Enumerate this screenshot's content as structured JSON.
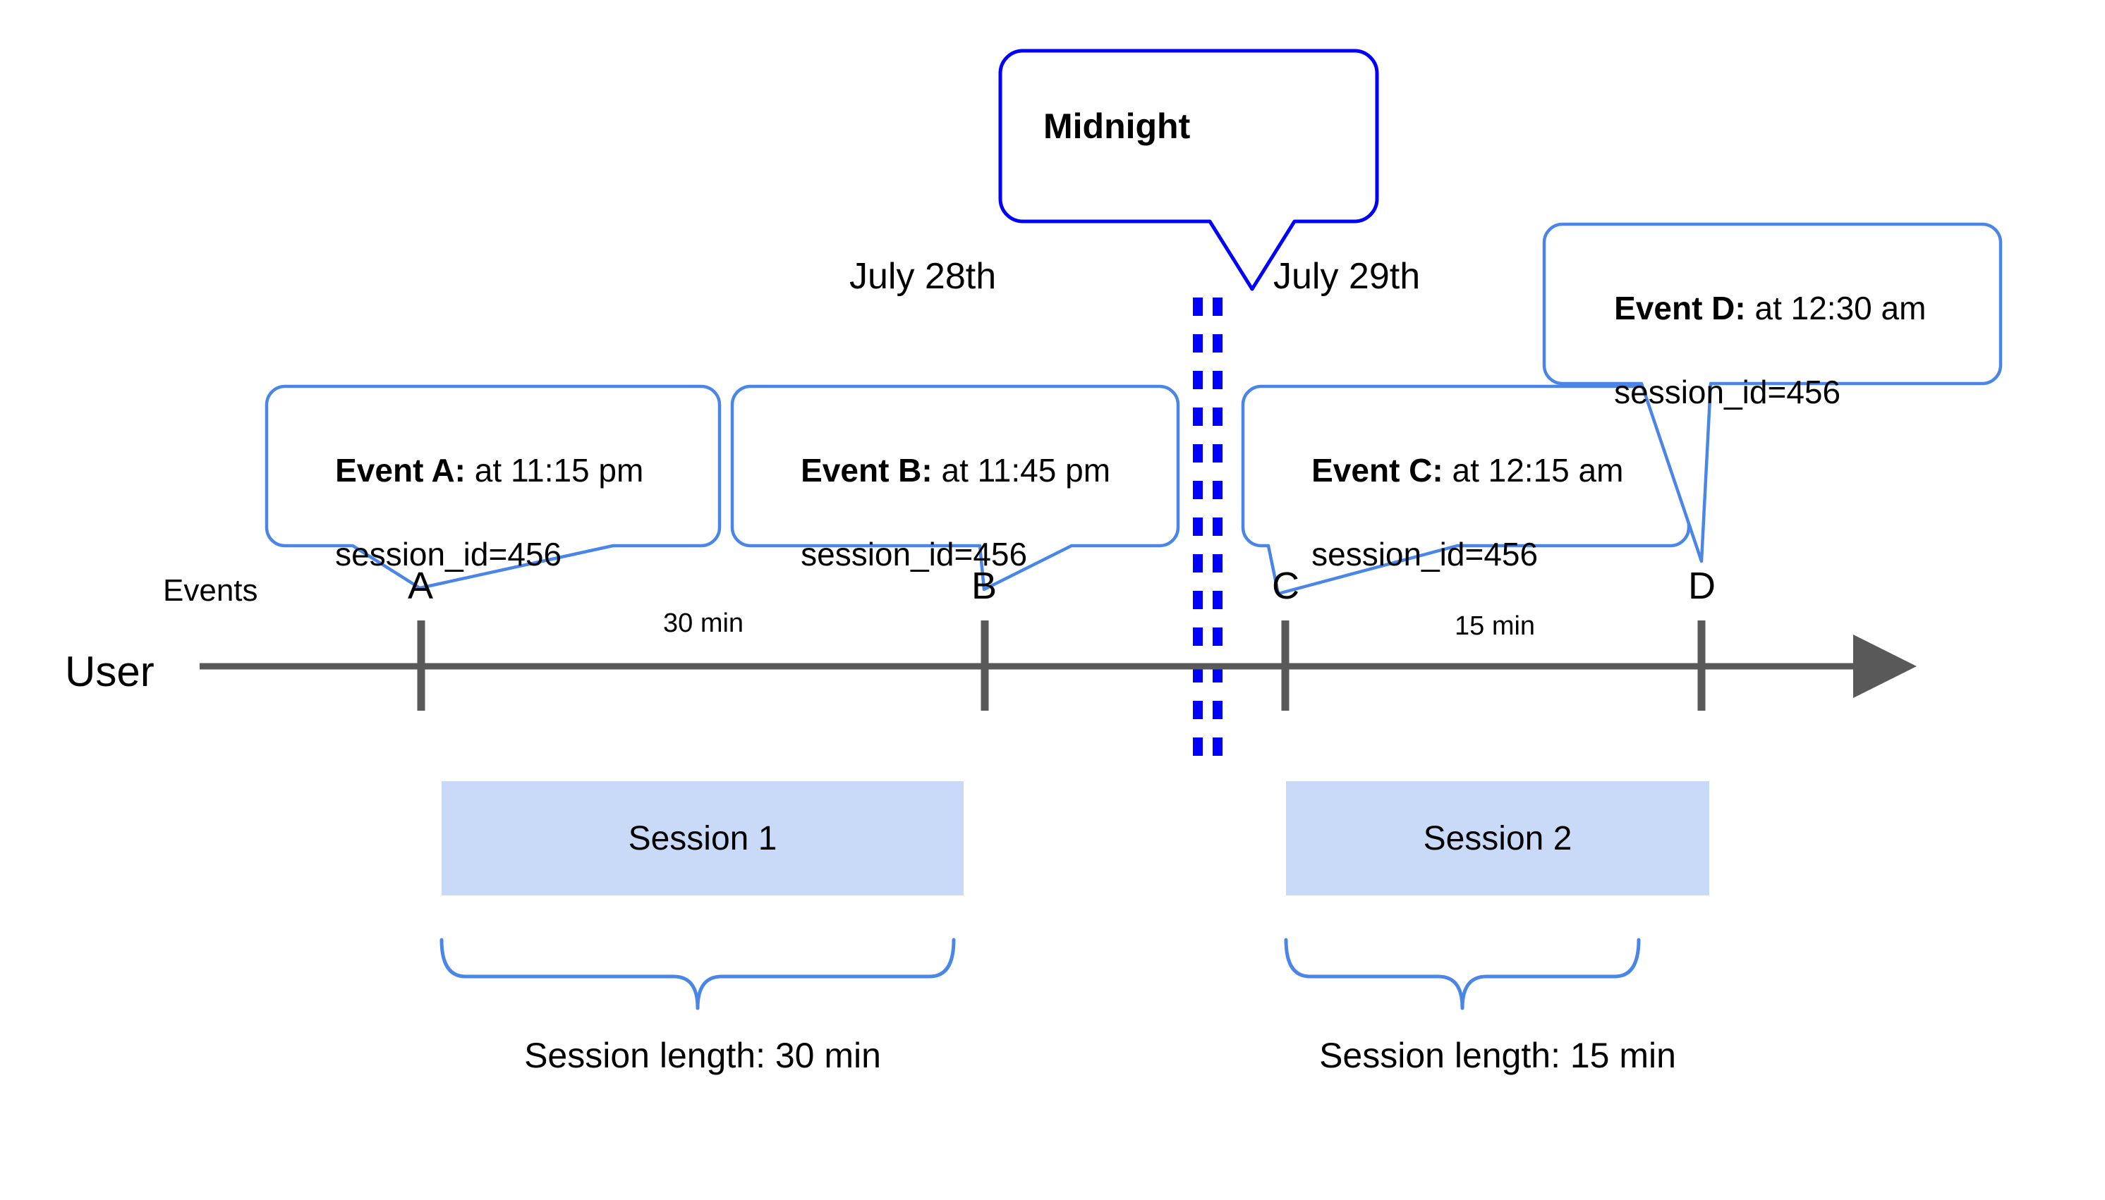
{
  "diagram": {
    "title_callout": {
      "label": "Midnight"
    },
    "lane_labels": {
      "events": "Events",
      "user": "User"
    },
    "date_labels": [
      {
        "id": "day1",
        "text": "July 28th"
      },
      {
        "id": "day2",
        "text": "July 29th"
      }
    ],
    "markers": [
      {
        "id": "A",
        "label": "A"
      },
      {
        "id": "B",
        "label": "B"
      },
      {
        "id": "C",
        "label": "C"
      },
      {
        "id": "D",
        "label": "D"
      }
    ],
    "gap_labels": [
      {
        "id": "gap-ab",
        "text": "30 min"
      },
      {
        "id": "gap-cd",
        "text": "15 min"
      }
    ],
    "event_callouts": [
      {
        "id": "A",
        "title": "Event A:",
        "time": " at 11:15 pm",
        "detail": "session_id=456"
      },
      {
        "id": "B",
        "title": "Event B:",
        "time": " at 11:45 pm",
        "detail": "session_id=456"
      },
      {
        "id": "C",
        "title": "Event C:",
        "time": " at 12:15 am",
        "detail": "session_id=456"
      },
      {
        "id": "D",
        "title": "Event D:",
        "time": " at 12:30 am",
        "detail": "session_id=456"
      }
    ],
    "sessions": [
      {
        "id": "session-1",
        "label": "Session 1",
        "length_label": "Session length: 30 min"
      },
      {
        "id": "session-2",
        "label": "Session 2",
        "length_label": "Session length: 15 min"
      }
    ],
    "colors": {
      "callout_border": "#4a86e8",
      "midnight_border": "#0000ff",
      "midnight_dash": "#0000ff",
      "axis": "#595959",
      "session_fill": "#c9d9f8",
      "brace": "#4a86e8",
      "text": "#000000",
      "background": "#ffffff"
    }
  }
}
